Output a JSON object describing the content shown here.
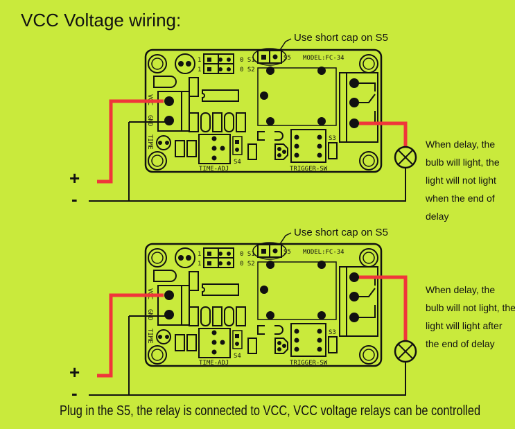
{
  "title": "VCC Voltage wiring:",
  "colors": {
    "background": "#c9ea3c",
    "wire_positive": "#f0363a",
    "lines": "#111111"
  },
  "diagrams": [
    {
      "callout": "Use short cap on S5",
      "board": {
        "model": "MODEL:FC-34",
        "labels": {
          "s1": "0 S1",
          "s2": "0 S2",
          "s5": "S5",
          "one_a": "1",
          "one_b": "1",
          "vcc": "VCC",
          "gnd": "GND",
          "time": "TIME",
          "s4": "S4",
          "s3": "S3",
          "time_adj": "TIME-ADJ",
          "trigger_sw": "TRIGGER-SW"
        }
      },
      "relay_output": "normally-closed",
      "bulb_icon": "lamp-icon",
      "description": "When delay, the bulb will light, the light will not light when the end of delay",
      "plus": "+",
      "minus": "-"
    },
    {
      "callout": "Use short cap on S5",
      "board": {
        "model": "MODEL:FC-34",
        "labels": {
          "s1": "0 S1",
          "s2": "0 S2",
          "s5": "S5",
          "one_a": "1",
          "one_b": "1",
          "vcc": "VCC",
          "gnd": "GND",
          "time": "TIME",
          "s4": "S4",
          "s3": "S3",
          "time_adj": "TIME-ADJ",
          "trigger_sw": "TRIGGER-SW"
        }
      },
      "relay_output": "normally-open",
      "bulb_icon": "lamp-icon",
      "description": "When delay, the bulb will not light, the light will light after the end of delay",
      "plus": "+",
      "minus": "-"
    }
  ],
  "footer": "Plug in the S5, the relay is connected to VCC, VCC voltage relays can be controlled"
}
